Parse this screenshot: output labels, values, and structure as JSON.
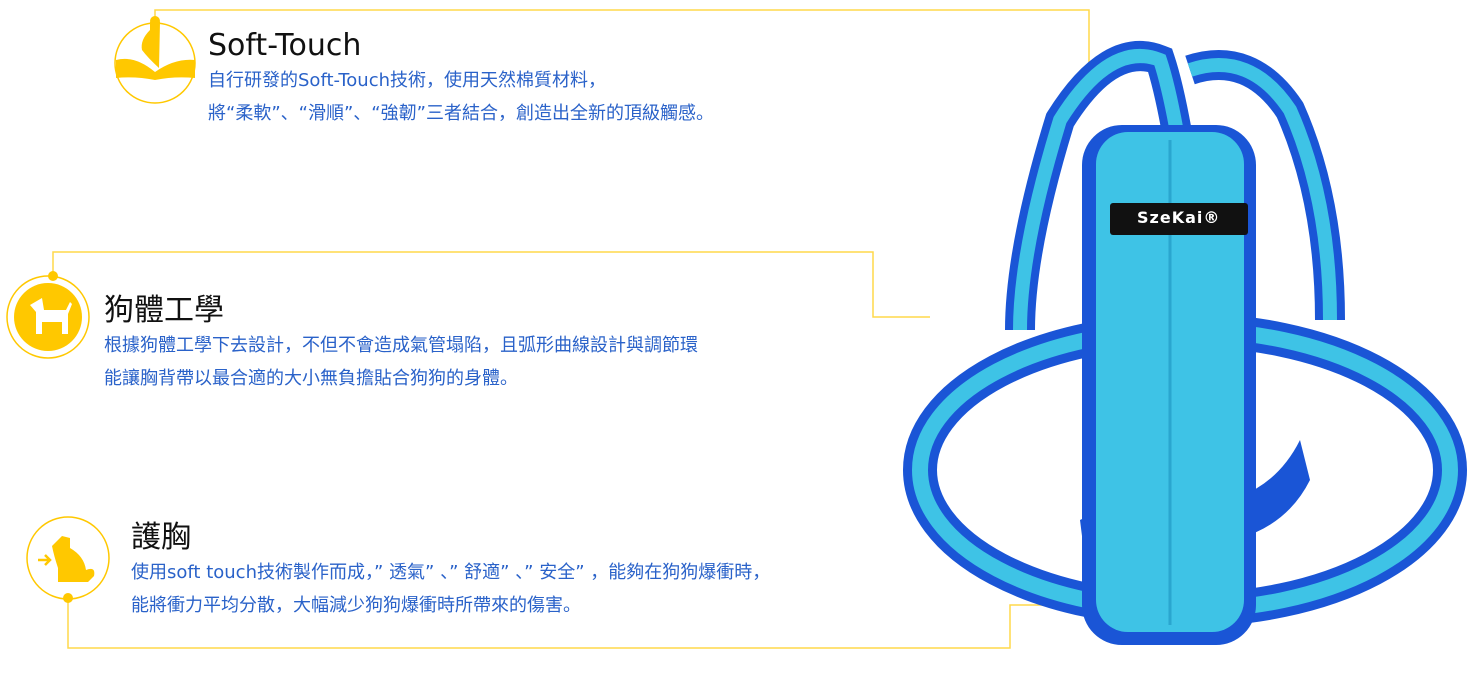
{
  "features": [
    {
      "title": "Soft-Touch",
      "lines": [
        "自行研發的Soft-Touch技術，使用天然棉質材料，",
        "將“柔軟”、“滑順”、“強韌”三者結合，創造出全新的頂級觸感。"
      ],
      "icon": "hand-press-icon"
    },
    {
      "title": "狗體工學",
      "lines": [
        "根據狗體工學下去設計，不但不會造成氣管塌陷，且弧形曲線設計與調節環",
        "能讓胸背帶以最合適的大小無負擔貼合狗狗的身體。"
      ],
      "icon": "dog-icon"
    },
    {
      "title": "護胸",
      "lines": [
        "使用soft touch技術製作而成，” 透氣” 、” 舒適” 、” 安全” ，能夠在狗狗爆衝時，",
        "能將衝力平均分散，大幅減少狗狗爆衝時所帶來的傷害。"
      ],
      "icon": "sitting-dog-icon"
    }
  ],
  "product": {
    "brand_label": "SzeKai®"
  },
  "colors": {
    "accent": "#ffc800",
    "line": "#ffe27a",
    "text": "#2a62c9",
    "harness_light": "#3ec3e6",
    "harness_dark": "#1a55d6"
  }
}
